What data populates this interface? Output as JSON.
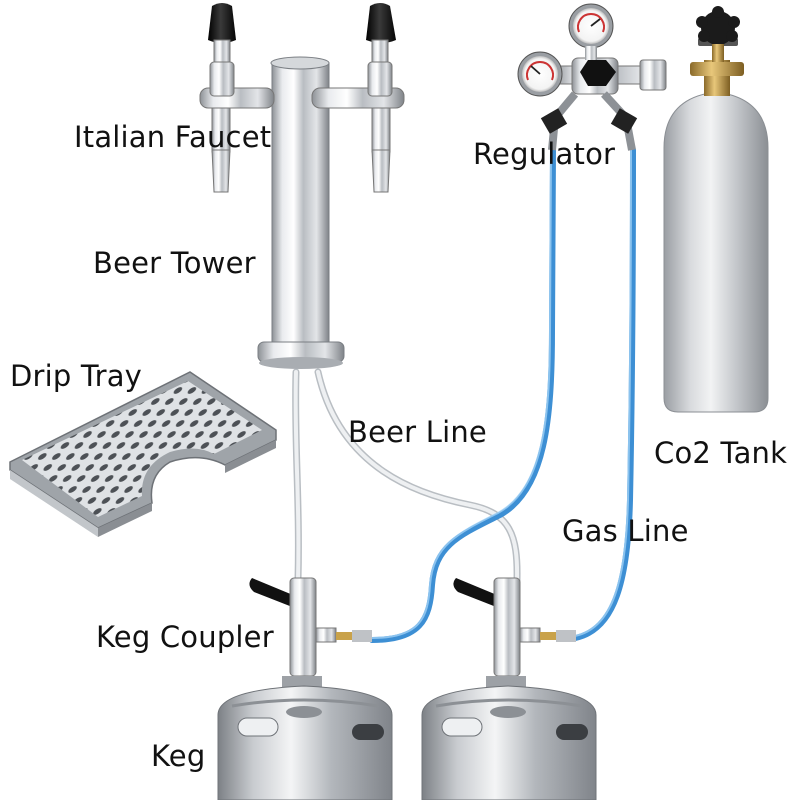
{
  "labels": {
    "italian_faucet": "Italian Faucet",
    "beer_tower": "Beer Tower",
    "drip_tray": "Drip Tray",
    "beer_line": "Beer Line",
    "regulator": "Regulator",
    "co2_tank": "Co2 Tank",
    "gas_line": "Gas Line",
    "keg_coupler": "Keg Coupler",
    "keg": "Keg"
  },
  "colors": {
    "gas_line": "#4a9fe0",
    "beer_line": "#e4e7ea",
    "stainless": "#c9ccd0",
    "handle": "#1a1a1a",
    "label_text": "#111111"
  }
}
